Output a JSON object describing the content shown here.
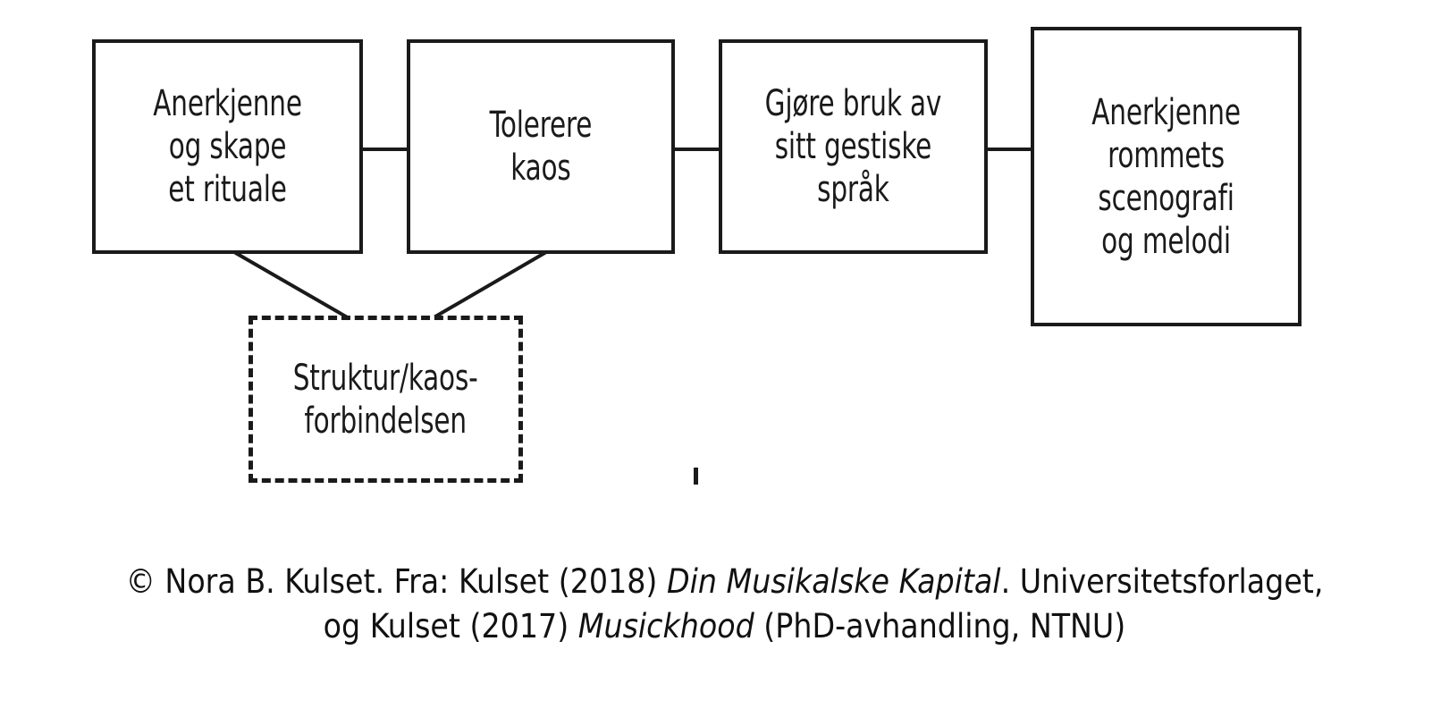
{
  "diagram": {
    "title": "Struktur/kaos-forbindelsen diagram",
    "boxes": [
      {
        "id": "anerkjenne-skape-rituale",
        "label": "Anerkjenne\nog skape\net rituale"
      },
      {
        "id": "tolerere-kaos",
        "label": "Tolerere\nkaos"
      },
      {
        "id": "gjore-bruk-gestiske-sprak",
        "label": "Gjøre bruk av\nsitt gestiske\nspråk"
      },
      {
        "id": "anerkjenne-rommets-scenografi",
        "label": "Anerkjenne\nrommets\nscenografi\nog melodi"
      }
    ],
    "dashed_box": {
      "id": "struktur-kaos-forbindelsen",
      "label": "Struktur/kaos-\nforbindelsen"
    },
    "connectors": [
      {
        "from": "anerkjenne-skape-rituale",
        "to": "tolerere-kaos",
        "style": "solid-horizontal"
      },
      {
        "from": "tolerere-kaos",
        "to": "gjore-bruk-gestiske-sprak",
        "style": "solid-horizontal"
      },
      {
        "from": "gjore-bruk-gestiske-sprak",
        "to": "anerkjenne-rommets-scenografi",
        "style": "solid-horizontal"
      },
      {
        "from": "anerkjenne-skape-rituale",
        "to": "struktur-kaos-forbindelsen",
        "style": "solid-diagonal"
      },
      {
        "from": "tolerere-kaos",
        "to": "struktur-kaos-forbindelsen",
        "style": "solid-diagonal"
      }
    ],
    "colors": {
      "stroke": "#1a1a1a",
      "fill": "#ffffff",
      "text": "#1a1a1a",
      "caption_text": "#111111"
    }
  },
  "caption": {
    "line1_part1": "© Nora B. Kulset. Fra: Kulset (2018) ",
    "line1_italic": "Din Musikalske Kapital",
    "line1_part2": ". Universitetsforlaget,",
    "line2_part1": "og Kulset (2017) ",
    "line2_italic": "Musickhood",
    "line2_part2": " (PhD-avhandling, NTNU)"
  }
}
